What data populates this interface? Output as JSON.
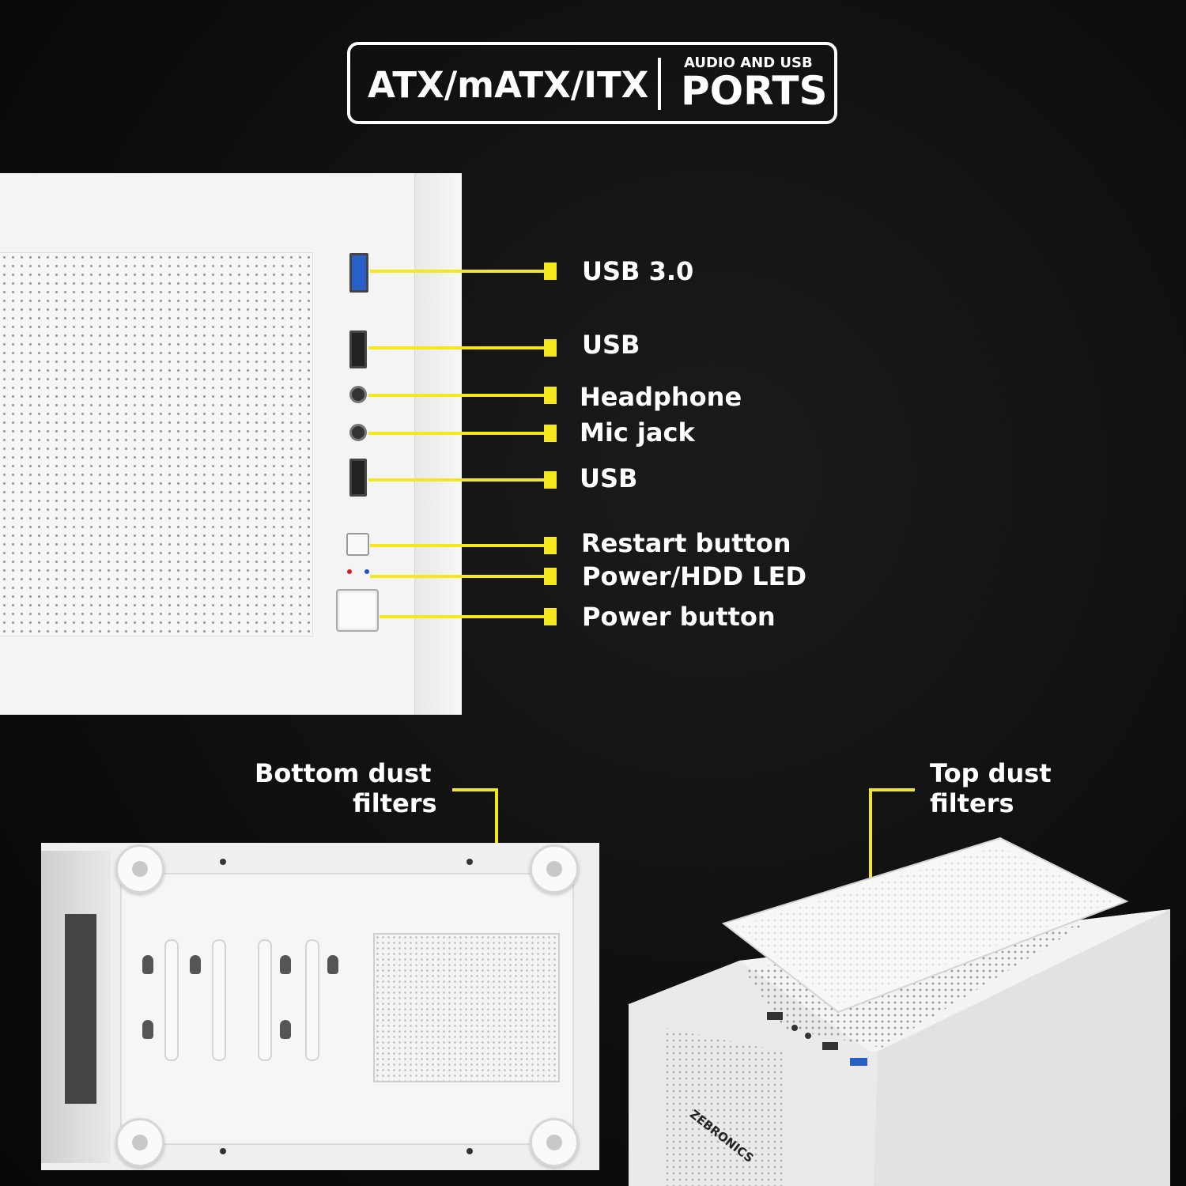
{
  "header": {
    "form_factors": "ATX/mATX/ITX",
    "ports_small": "AUDIO AND USB",
    "ports_big": "PORTS"
  },
  "callouts": {
    "usb30": "USB 3.0",
    "usb_a": "USB",
    "headphone": "Headphone",
    "mic": "Mic jack",
    "usb_b": "USB",
    "restart": "Restart button",
    "led": "Power/HDD LED",
    "power": "Power button"
  },
  "bottom": {
    "bottom_filters_line1": "Bottom dust",
    "bottom_filters_line2": "filters",
    "top_filters_line1": "Top dust",
    "top_filters_line2": "filters"
  },
  "brand_text": "ZEBRONICS",
  "colors": {
    "accent_yellow": "#f4e81c",
    "background": "#0d0d0d",
    "case_white": "#f4f4f4",
    "usb3_blue": "#2860c8"
  }
}
